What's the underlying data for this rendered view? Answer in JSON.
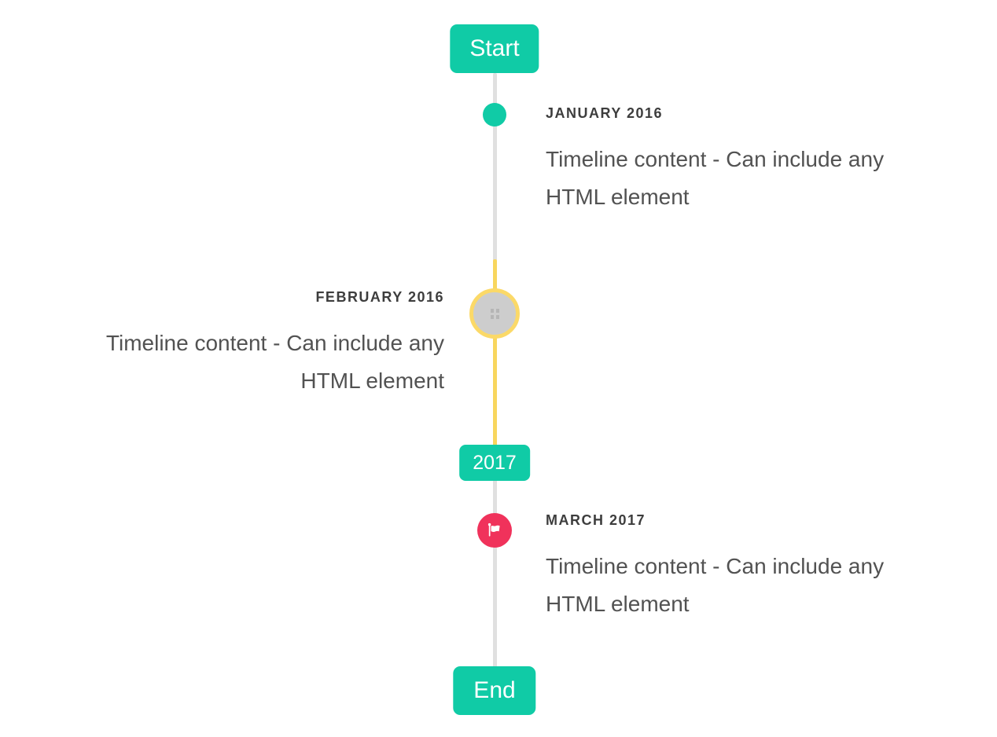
{
  "timeline": {
    "start_badge": {
      "label": "Start"
    },
    "year_badge": {
      "label": "2017"
    },
    "end_badge": {
      "label": "End"
    },
    "items": [
      {
        "title": "JANUARY 2016",
        "side": "right",
        "marker": "teal-dot",
        "lines": [
          "Timeline content - Can include any",
          "HTML element"
        ]
      },
      {
        "title": "FEBRUARY 2016",
        "side": "left",
        "marker": "image-circle-yellow-ring",
        "lines": [
          "Timeline content - Can include any",
          "HTML element"
        ]
      },
      {
        "title": "MARCH 2017",
        "side": "right",
        "marker": "flag-circle-red",
        "lines": [
          "Timeline content - Can include any",
          "HTML element"
        ]
      }
    ],
    "colors": {
      "accent_teal": "#10cba6",
      "line_gray": "#e0e0e0",
      "highlight_yellow": "#f8d65e",
      "ring_yellow": "#fbd968",
      "flag_red": "#f0325b",
      "image_circle_gray": "#cdcdcd",
      "title_text": "#3d3d3d",
      "content_text": "#525252"
    }
  }
}
